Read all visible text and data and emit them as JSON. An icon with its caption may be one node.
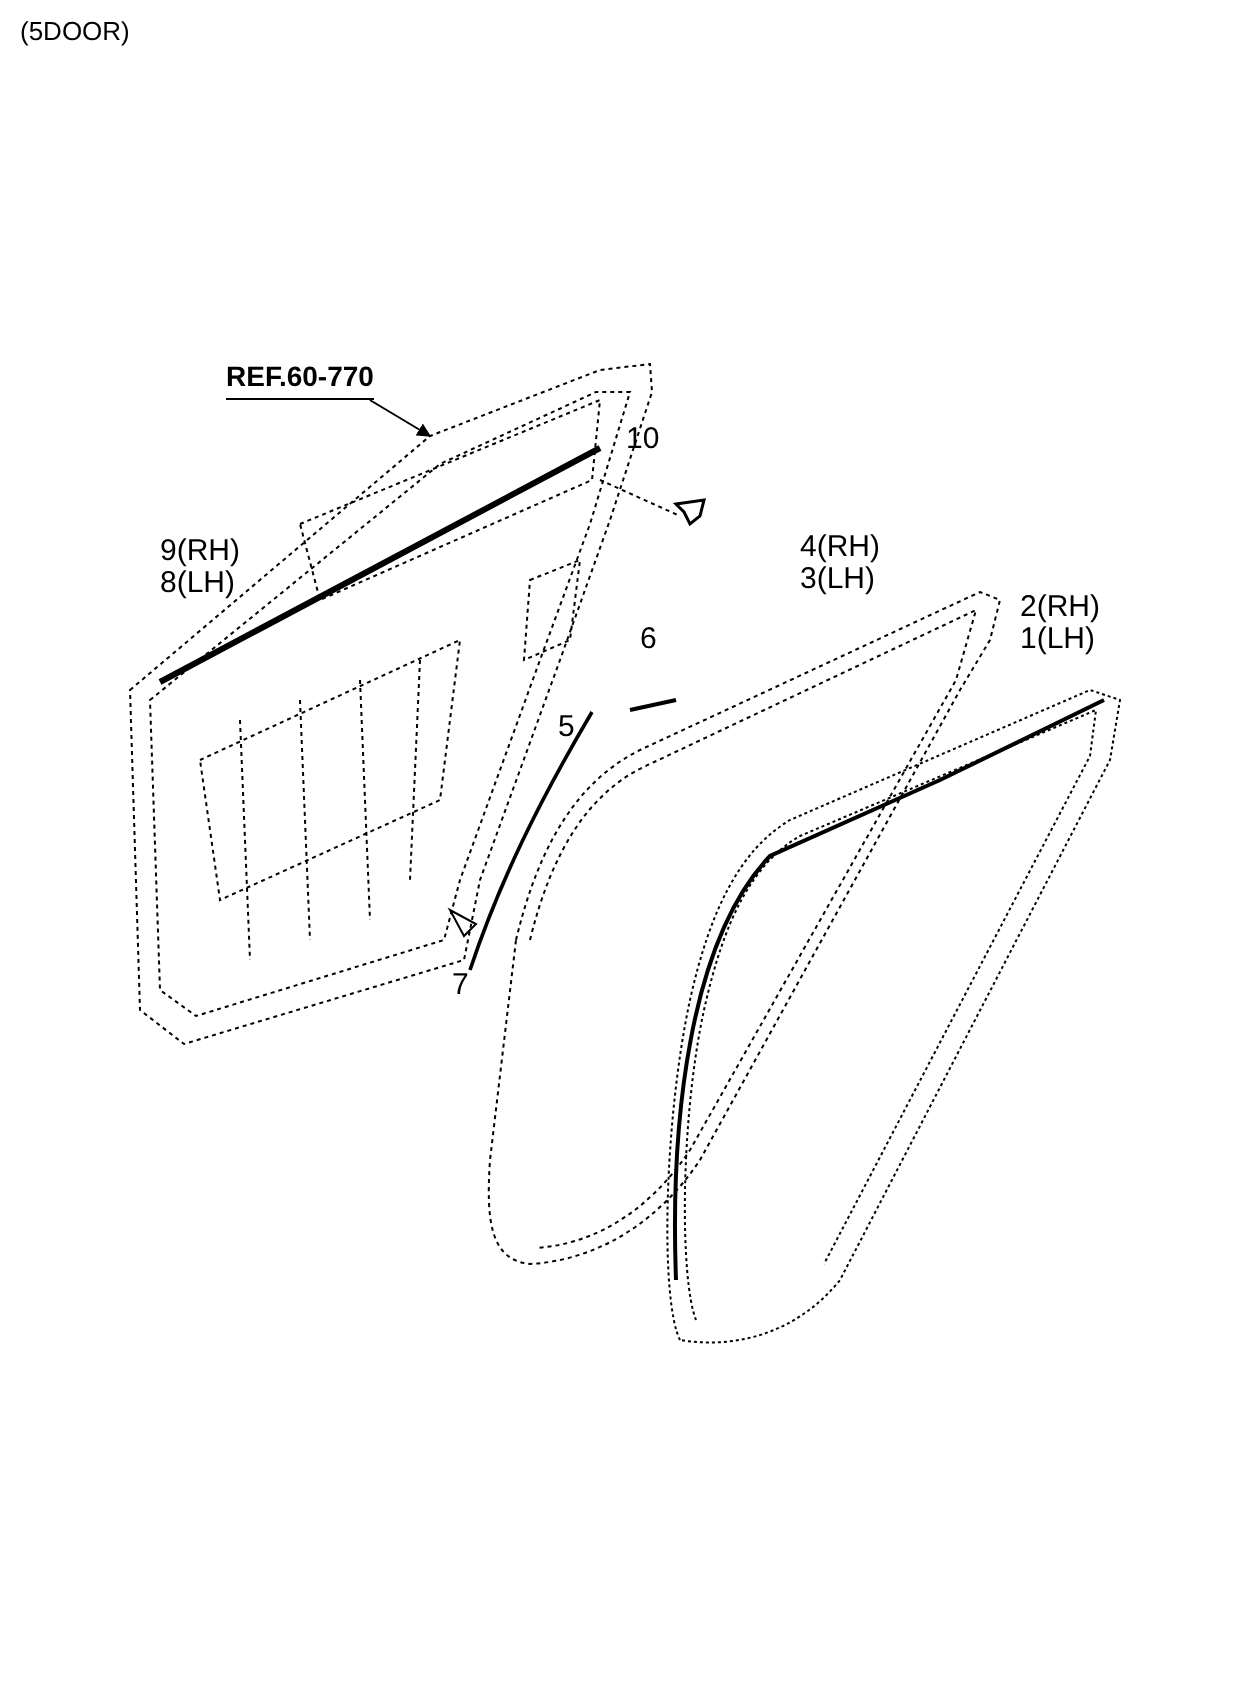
{
  "diagram": {
    "nodes": [
      {
        "text": [
          "REF.60-770"
        ]
      },
      {
        "text": [],
        "shape": "picture"
      }
    ],
    "edges": [
      {
        "from": 0,
        "to": 1,
        "arrow": "to"
      }
    ],
    "labels": [
      "(5DOOR)",
      "10",
      "9(RH)",
      "8(LH)",
      "4(RH)",
      "3(LH)",
      "2(RH)",
      "1(LH)",
      "6",
      "5",
      "7"
    ]
  }
}
